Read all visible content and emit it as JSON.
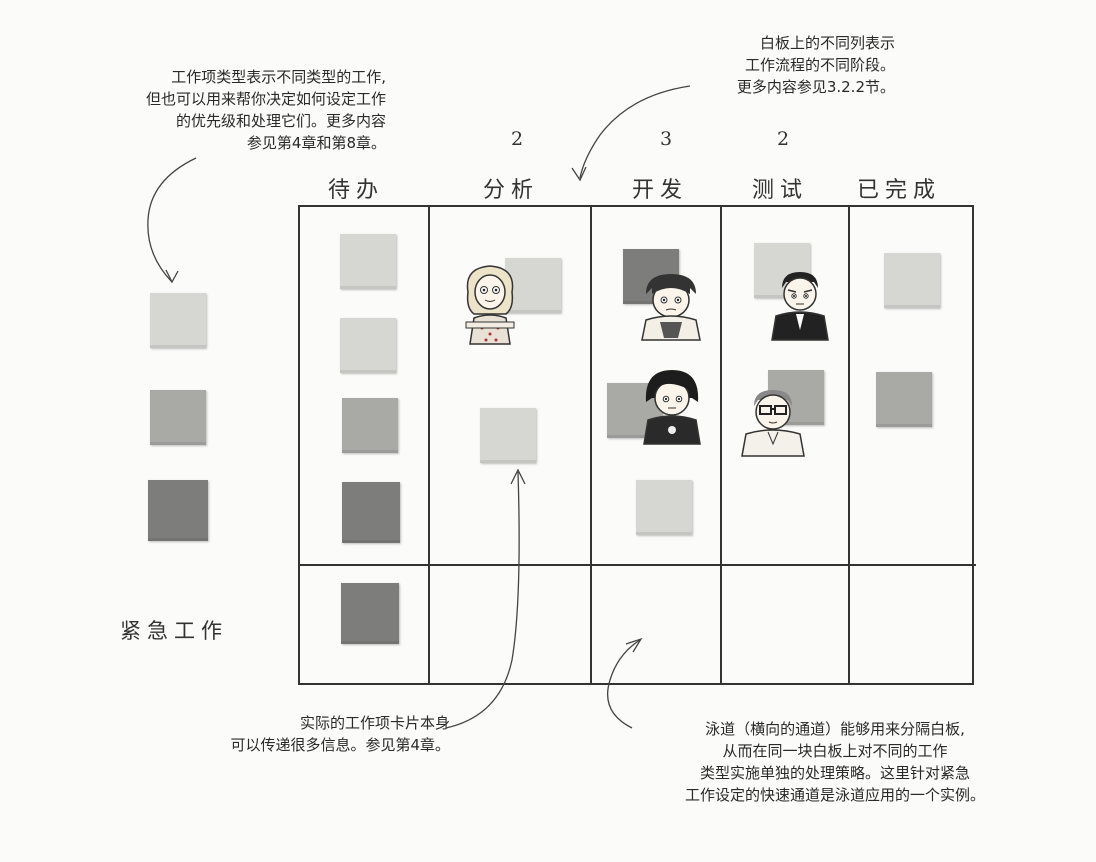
{
  "notes": {
    "top_left": [
      "工作项类型表示不同类型的工作,",
      "但也可以用来帮你决定如何设定工作",
      "的优先级和处理它们。更多内容",
      "参见第4章和第8章。"
    ],
    "top_right": [
      "白板上的不同列表示",
      "工作流程的不同阶段。",
      "更多内容参见3.2.2节。"
    ],
    "bottom_left": [
      "实际的工作项卡片本身",
      "可以传递很多信息。参见第4章。"
    ],
    "bottom_right": [
      "泳道（横向的通道）能够用来分隔白板,",
      "从而在同一块白板上对不同的工作",
      "类型实施单独的处理策略。这里针对紧急",
      "工作设定的快速通道是泳道应用的一个实例。"
    ]
  },
  "board": {
    "columns": [
      "待办",
      "分析",
      "开发",
      "测试",
      "已完成"
    ],
    "wip_limits": [
      "2",
      "3",
      "2"
    ],
    "lane_label": "紧急工作"
  },
  "colors": {
    "light_card": "#d6d6d2",
    "medium_card": "#a9a9a6",
    "dark_card": "#7d7d7b",
    "ink": "#333333"
  }
}
